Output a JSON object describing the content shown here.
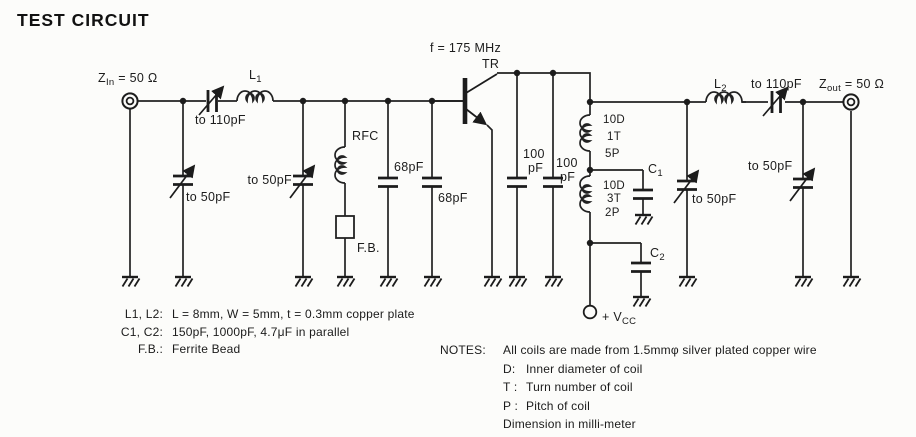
{
  "title": "TEST CIRCUIT",
  "schematic": {
    "freq": "f = 175 MHz",
    "transistor": "TR",
    "zin": {
      "base": "Z",
      "sub": "In",
      "value": " = 50 Ω"
    },
    "zout": {
      "base": "Z",
      "sub": "out",
      "value": " = 50 Ω"
    },
    "l1": {
      "base": "L",
      "sub": "1"
    },
    "l2": {
      "base": "L",
      "sub": "2"
    },
    "c1": {
      "base": "C",
      "sub": "1"
    },
    "c2": {
      "base": "C",
      "sub": "2"
    },
    "vcc": {
      "base": "+ V",
      "sub": "CC"
    },
    "rfc": "RFC",
    "ferrite_bead": "F.B.",
    "to_110pf": "to 110pF",
    "to_50pf": "to 50pF",
    "cap_68pf": "68pF",
    "cap_100_line1": "100",
    "cap_100_line2": "pF",
    "coil_top": {
      "d": "10D",
      "t": "1T",
      "p": "5P"
    },
    "coil_bottom": {
      "d": "10D",
      "t": "3T",
      "p": "2P"
    }
  },
  "legend": {
    "rows": [
      {
        "label": "L1, L2:",
        "text": "L = 8mm, W = 5mm, t = 0.3mm copper plate"
      },
      {
        "label": "C1, C2:",
        "text": "150pF, 1000pF, 4.7μF in parallel"
      },
      {
        "label": "F.B.:",
        "text": "Ferrite Bead"
      }
    ]
  },
  "notes": {
    "heading": "NOTES:",
    "intro": "All coils are made from 1.5mmφ silver plated copper wire",
    "items": [
      {
        "key": "D:",
        "text": "Inner diameter of coil"
      },
      {
        "key": "T :",
        "text": "Turn number of coil"
      },
      {
        "key": "P :",
        "text": "Pitch of coil"
      }
    ],
    "footer": "Dimension in milli-meter"
  }
}
